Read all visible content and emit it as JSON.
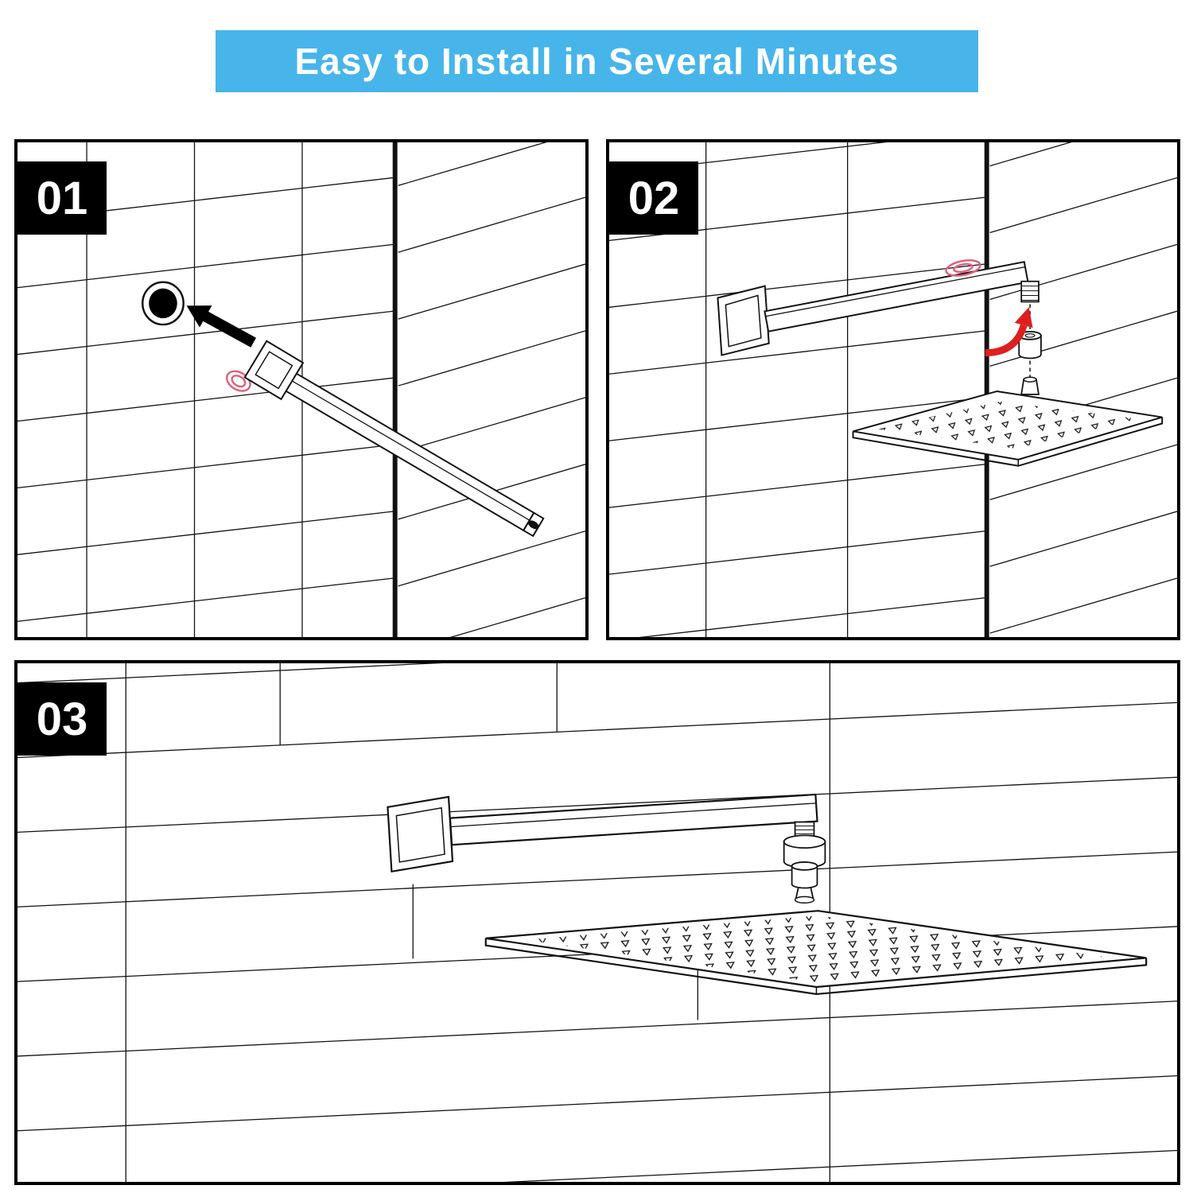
{
  "banner": {
    "title": "Easy to Install in Several Minutes"
  },
  "steps": [
    {
      "number": "01"
    },
    {
      "number": "02"
    },
    {
      "number": "03"
    }
  ],
  "colors": {
    "banner_bg": "#47b5ea",
    "banner_text": "#ffffff",
    "badge_bg": "#000000",
    "badge_text": "#ffffff",
    "line": "#111111",
    "accent_pink": "#e0627e",
    "accent_red": "#dd1f1f"
  },
  "icons": {
    "wall-hole-icon": "solid black circle (water outlet hole in tiled wall)",
    "direction-arrow-icon": "solid black arrow pointing at wall hole",
    "rotate-arrow-icon": "curved red arrow showing screw-on direction"
  }
}
